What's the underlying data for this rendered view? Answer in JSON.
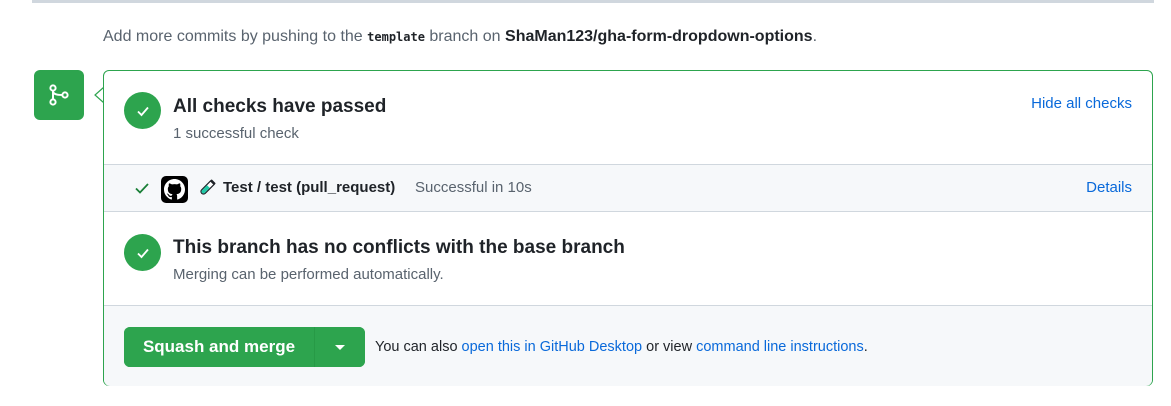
{
  "push_note": {
    "prefix": "Add more commits by pushing to the",
    "branch": "template",
    "middle": "branch on",
    "repo": "ShaMan123/gha-form-dropdown-options",
    "suffix": "."
  },
  "checks": {
    "title": "All checks have passed",
    "subtitle": "1 successful check",
    "toggle_link": "Hide all checks",
    "runs": [
      {
        "name": "Test / test (pull_request)",
        "status": "Successful in 10s",
        "details_link": "Details",
        "avatar_icon": "github-icon",
        "type_icon": "beaker-icon"
      }
    ]
  },
  "conflicts": {
    "title": "This branch has no conflicts with the base branch",
    "subtitle": "Merging can be performed automatically."
  },
  "merge": {
    "button_label": "Squash and merge",
    "note_prefix": "You can also",
    "desktop_link": "open this in GitHub Desktop",
    "note_middle": "or view",
    "cli_link": "command line instructions",
    "note_suffix": "."
  },
  "colors": {
    "success": "#2da44e",
    "link": "#0969da",
    "muted": "#59636e",
    "border": "#d0d7de",
    "subtle_bg": "#f6f8fa"
  }
}
